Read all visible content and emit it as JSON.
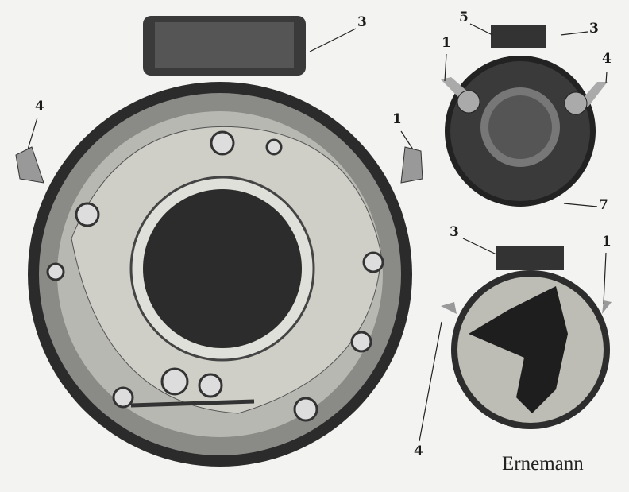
{
  "callouts": {
    "large_shutter": [
      "3",
      "4",
      "1"
    ],
    "front_shutter": [
      "5",
      "3",
      "1",
      "4",
      "7"
    ],
    "small_shutter": [
      "3",
      "1",
      "4"
    ]
  },
  "brand": "Ernemann"
}
